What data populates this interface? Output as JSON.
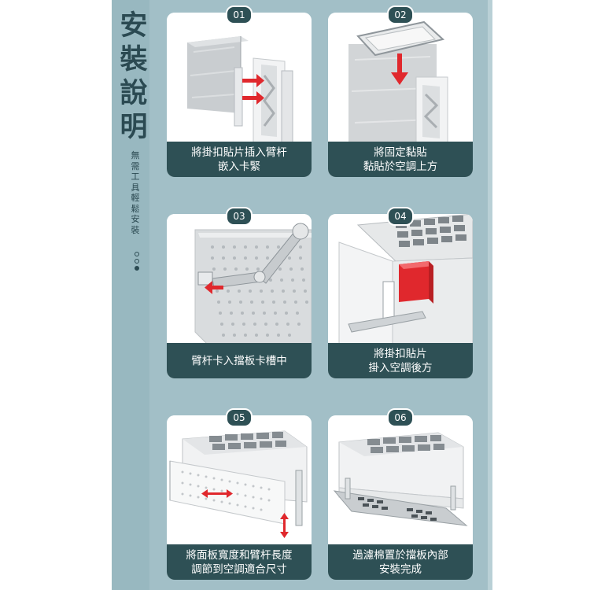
{
  "title_chars": [
    "安",
    "裝",
    "說",
    "明"
  ],
  "subtitle_chars": [
    "無",
    "需",
    "工",
    "具",
    "輕",
    "鬆",
    "安",
    "裝"
  ],
  "colors": {
    "accent": "#2e5055",
    "background": "#a2bfc7",
    "arrow": "#e0282d"
  },
  "steps": [
    {
      "number": "01",
      "lines": [
        "將掛扣貼片插入臂杆",
        "嵌入卡緊"
      ]
    },
    {
      "number": "02",
      "lines": [
        "將固定黏貼",
        "黏貼於空調上方"
      ]
    },
    {
      "number": "03",
      "lines": [
        "臂杆卡入擋板卡槽中"
      ]
    },
    {
      "number": "04",
      "lines": [
        "將掛扣貼片",
        "掛入空調後方"
      ]
    },
    {
      "number": "05",
      "lines": [
        "將面板寬度和臂杆長度",
        "調節到空調適合尺寸"
      ]
    },
    {
      "number": "06",
      "lines": [
        "過濾棉置於擋板內部",
        "安裝完成"
      ]
    }
  ]
}
